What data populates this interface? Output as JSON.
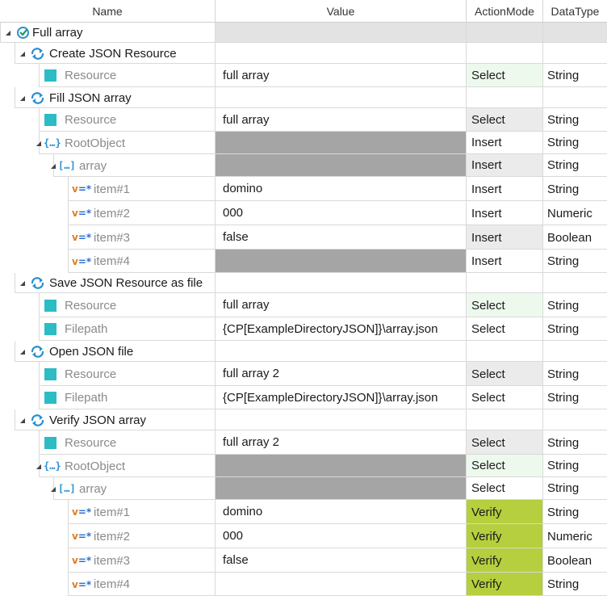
{
  "header": {
    "name": "Name",
    "value": "Value",
    "action_mode": "ActionMode",
    "data_type": "DataType"
  },
  "colors": {
    "shaded_value": "#a5a5a5",
    "shaded_header": "#e3e3e3",
    "select_bg": "#eef9ee",
    "insert_bg": "#ebebeb",
    "verify_bg": "#b5cf3e",
    "icon_square": "#2bbcc4",
    "icon_blue": "#2a8fd0",
    "icon_orange": "#e07b22"
  },
  "rows": [
    {
      "name": "Full array",
      "value": "",
      "mode": "",
      "type": "",
      "kind": "root",
      "icon": "test-case-icon",
      "valbg": "#e3e3e3",
      "modebg": "#e3e3e3",
      "typebg": "#e3e3e3"
    },
    {
      "name": "Create JSON Resource",
      "value": "",
      "mode": "",
      "type": "",
      "kind": "step",
      "icon": "refresh-icon"
    },
    {
      "name": "Resource",
      "value": "full array",
      "mode": "Select",
      "type": "String",
      "kind": "param",
      "icon": "square-icon",
      "modebg": "#eef9ee"
    },
    {
      "name": "Fill JSON array",
      "value": "",
      "mode": "",
      "type": "",
      "kind": "step",
      "icon": "refresh-icon"
    },
    {
      "name": "Resource",
      "value": "full array",
      "mode": "Select",
      "type": "String",
      "kind": "param",
      "icon": "square-icon",
      "modebg": "#ebebeb"
    },
    {
      "name": "RootObject",
      "value": "",
      "mode": "Insert",
      "type": "String",
      "kind": "object",
      "icon": "object-braces-icon",
      "valbg": "#a5a5a5",
      "modebg": "#fff"
    },
    {
      "name": "array",
      "value": "",
      "mode": "Insert",
      "type": "String",
      "kind": "array",
      "icon": "array-brackets-icon",
      "valbg": "#a5a5a5",
      "modebg": "#ebebeb"
    },
    {
      "name": "item#1",
      "value": "domino",
      "mode": "Insert",
      "type": "String",
      "kind": "item",
      "icon": "variable-icon",
      "modebg": "#fff"
    },
    {
      "name": "item#2",
      "value": "000",
      "mode": "Insert",
      "type": "Numeric",
      "kind": "item",
      "icon": "variable-icon",
      "modebg": "#fff"
    },
    {
      "name": "item#3",
      "value": "false",
      "mode": "Insert",
      "type": "Boolean",
      "kind": "item",
      "icon": "variable-icon",
      "modebg": "#ebebeb"
    },
    {
      "name": "item#4",
      "value": "",
      "mode": "Insert",
      "type": "String",
      "kind": "item",
      "icon": "variable-icon",
      "valbg": "#a5a5a5",
      "modebg": "#fff"
    },
    {
      "name": "Save JSON Resource as file",
      "value": "",
      "mode": "",
      "type": "",
      "kind": "step",
      "icon": "refresh-icon"
    },
    {
      "name": "Resource",
      "value": "full array",
      "mode": "Select",
      "type": "String",
      "kind": "param",
      "icon": "square-icon",
      "modebg": "#eef9ee"
    },
    {
      "name": "Filepath",
      "value": "{CP[ExampleDirectoryJSON]}\\array.json",
      "mode": "Select",
      "type": "String",
      "kind": "param",
      "icon": "square-icon",
      "modebg": "#fff"
    },
    {
      "name": "Open JSON file",
      "value": "",
      "mode": "",
      "type": "",
      "kind": "step",
      "icon": "refresh-icon"
    },
    {
      "name": "Resource",
      "value": "full array 2",
      "mode": "Select",
      "type": "String",
      "kind": "param",
      "icon": "square-icon",
      "modebg": "#ebebeb"
    },
    {
      "name": "Filepath",
      "value": "{CP[ExampleDirectoryJSON]}\\array.json",
      "mode": "Select",
      "type": "String",
      "kind": "param",
      "icon": "square-icon",
      "modebg": "#fff"
    },
    {
      "name": "Verify JSON array",
      "value": "",
      "mode": "",
      "type": "",
      "kind": "step",
      "icon": "refresh-icon"
    },
    {
      "name": "Resource",
      "value": "full array 2",
      "mode": "Select",
      "type": "String",
      "kind": "param",
      "icon": "square-icon",
      "modebg": "#ebebeb"
    },
    {
      "name": "RootObject",
      "value": "",
      "mode": "Select",
      "type": "String",
      "kind": "object",
      "icon": "object-braces-icon",
      "valbg": "#a5a5a5",
      "modebg": "#eef9ee"
    },
    {
      "name": "array",
      "value": "",
      "mode": "Select",
      "type": "String",
      "kind": "array",
      "icon": "array-brackets-icon",
      "valbg": "#a5a5a5",
      "modebg": "#fff"
    },
    {
      "name": "item#1",
      "value": "domino",
      "mode": "Verify",
      "type": "String",
      "kind": "item",
      "icon": "variable-icon",
      "modebg": "#b5cf3e"
    },
    {
      "name": "item#2",
      "value": "000",
      "mode": "Verify",
      "type": "Numeric",
      "kind": "item",
      "icon": "variable-icon",
      "modebg": "#b5cf3e"
    },
    {
      "name": "item#3",
      "value": "false",
      "mode": "Verify",
      "type": "Boolean",
      "kind": "item",
      "icon": "variable-icon",
      "modebg": "#b5cf3e"
    },
    {
      "name": "item#4",
      "value": "",
      "mode": "Verify",
      "type": "String",
      "kind": "item",
      "icon": "variable-icon",
      "modebg": "#b5cf3e"
    }
  ]
}
